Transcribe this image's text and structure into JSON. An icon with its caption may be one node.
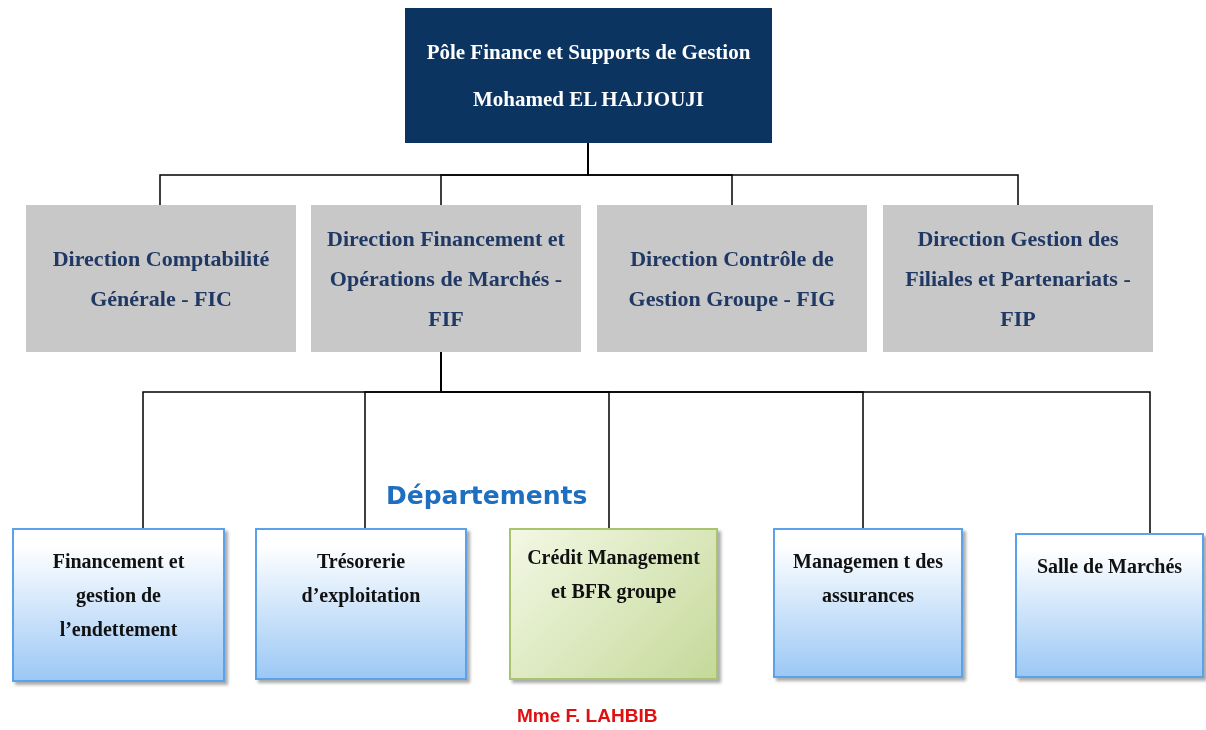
{
  "diagram": {
    "nodes": [
      {
        "text": [
          "Pôle Finance et Supports de Gestion",
          "Mohamed EL HAJJOUJI"
        ]
      },
      {
        "text": [
          "Direction Comptabilité Générale - FIC"
        ]
      },
      {
        "text": [
          "Direction Financement et Opérations de Marchés - FIF"
        ]
      },
      {
        "text": [
          "Direction Contrôle de Gestion Groupe - FIG"
        ]
      },
      {
        "text": [
          "Direction Gestion des Filiales et Partenariats - FIP"
        ]
      },
      {
        "text": [
          "Financement et gestion de l’endettement"
        ]
      },
      {
        "text": [
          "Trésorerie d’exploitation"
        ]
      },
      {
        "text": [
          "Crédit Management et BFR groupe"
        ],
        "beside": [
          "Mme F. LAHBIB"
        ]
      },
      {
        "text": [
          "Managemen t des assurances"
        ]
      },
      {
        "text": [
          "Salle de Marchés"
        ]
      }
    ],
    "edges": [
      {
        "from": 0,
        "to": 1,
        "arrow": "none"
      },
      {
        "from": 0,
        "to": 2,
        "arrow": "none"
      },
      {
        "from": 0,
        "to": 3,
        "arrow": "none"
      },
      {
        "from": 0,
        "to": 4,
        "arrow": "none"
      },
      {
        "from": 2,
        "to": 5,
        "arrow": "none"
      },
      {
        "from": 2,
        "to": 6,
        "arrow": "none"
      },
      {
        "from": 2,
        "to": 7,
        "arrow": "none"
      },
      {
        "from": 2,
        "to": 8,
        "arrow": "none"
      },
      {
        "from": 2,
        "to": 9,
        "arrow": "none"
      }
    ],
    "labels": [
      "Départements"
    ]
  }
}
